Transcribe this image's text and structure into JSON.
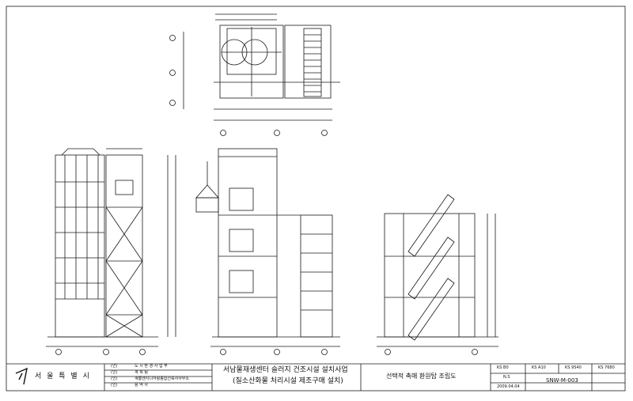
{
  "title_block": {
    "organization": "서 울 특 별 시",
    "roles": [
      "(인)",
      "(인)",
      "(인)",
      "(인)"
    ],
    "names": [
      "도 시 환 경 사 업 부",
      "계 획 팀",
      "계룡엔지니어링종합건축사사무소",
      "용 역 사"
    ],
    "project_line1": "서남물재생센터 슬러지 건조시설 설치사업",
    "project_line2": "(질소산화물 처리시설 제조구매 설치)",
    "drawing_title": "선택적 촉매 환원탑 조립도",
    "cells_top": [
      "KS B0",
      "KS A10",
      "KS 9540",
      "KS 7680"
    ],
    "cell_nts": "N.S",
    "cell_date": "2009.04.04",
    "drawing_no": "SNW-M-003"
  },
  "icons": {
    "logo": "seoul-city-logo"
  },
  "colors": {
    "line": "#1a1a1a",
    "paper": "#ffffff"
  }
}
